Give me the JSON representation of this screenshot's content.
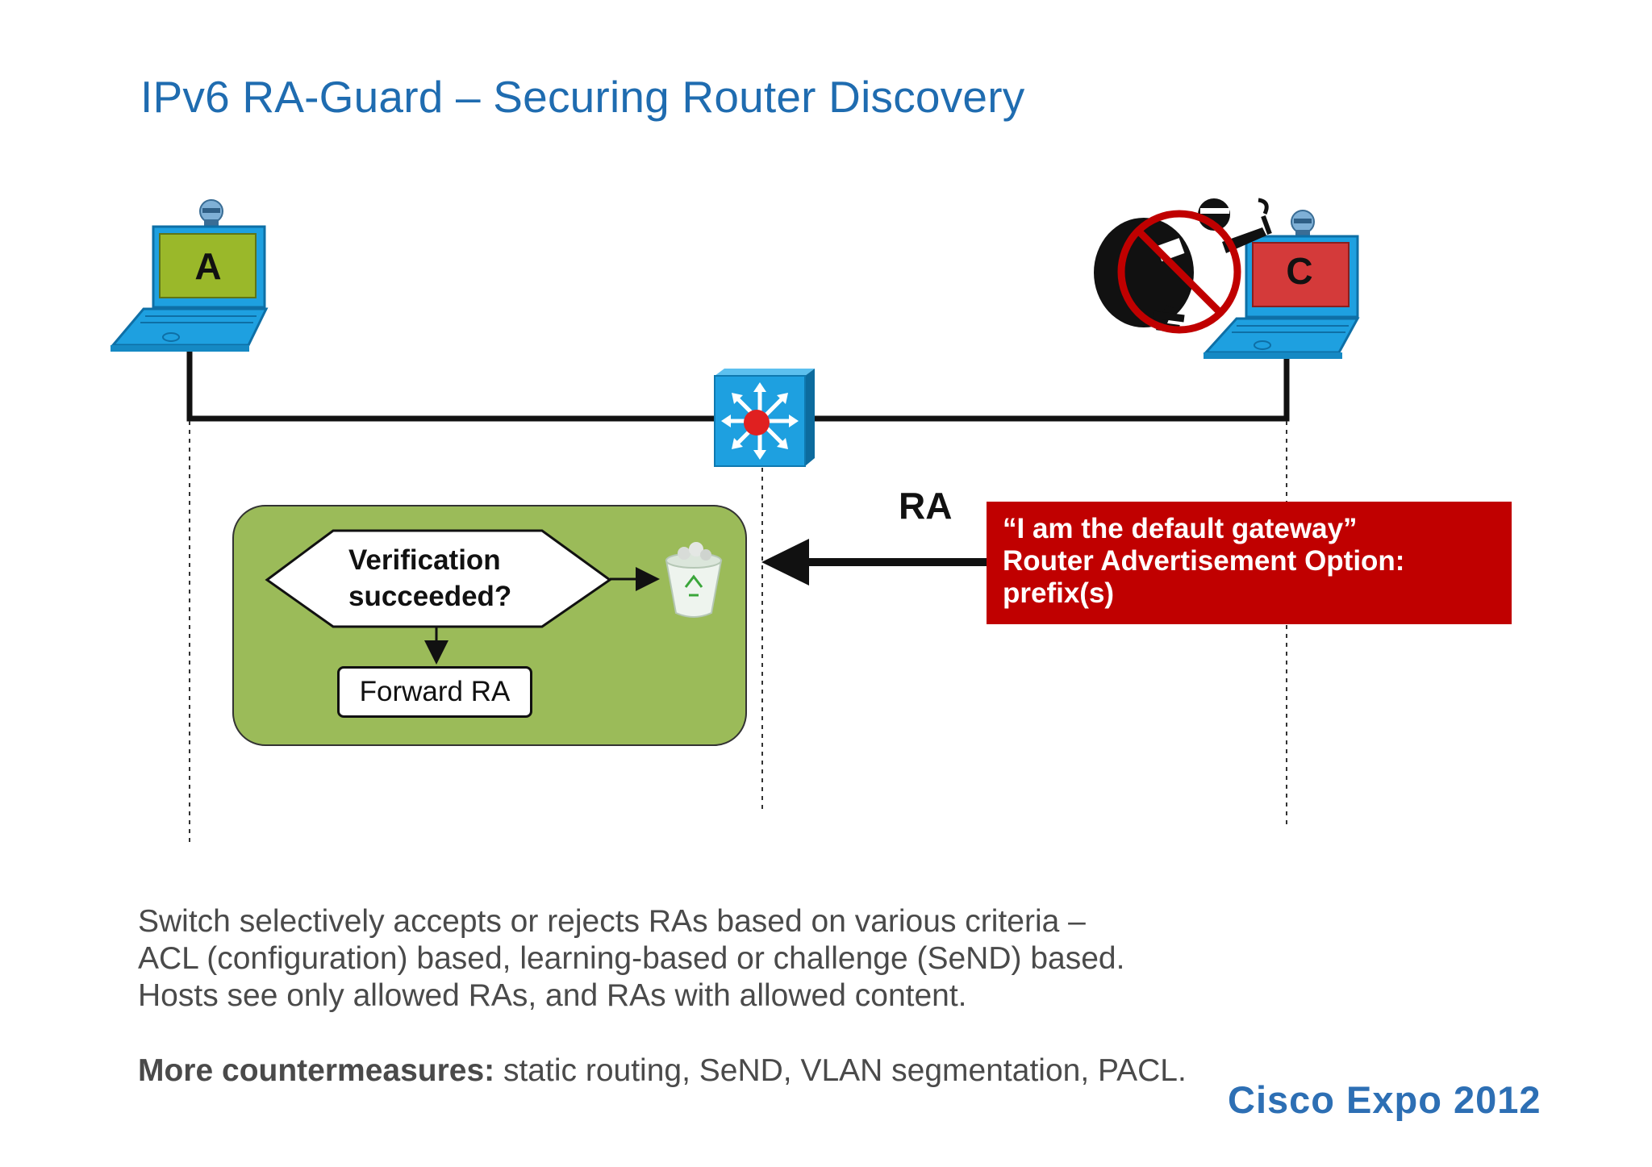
{
  "title": "IPv6 RA-Guard – Securing Router Discovery",
  "hosts": {
    "a_label": "A",
    "c_label": "C"
  },
  "ra_label": "RA",
  "callout": {
    "line1": "“I am the default gateway”",
    "line2": "Router Advertisement Option:",
    "line3": "prefix(s)"
  },
  "decision": {
    "line1": "Verification",
    "line2": "succeeded?"
  },
  "forward_label": "Forward RA",
  "description": [
    "Switch selectively accepts or rejects RAs based on various criteria –",
    "ACL (configuration) based, learning-based or challenge (SeND) based.",
    "Hosts see only allowed RAs, and RAs with allowed content."
  ],
  "more": {
    "bold": "More countermeasures:",
    "text": " static routing, SeND, VLAN segmentation, PACL."
  },
  "brand": "Cisco Expo 2012",
  "colors": {
    "title": "#1f6cb0",
    "laptop_blue": "#1ea0e0",
    "host_a_screen": "#9ab82a",
    "host_c_screen": "#d43a3a",
    "callout_red": "#c00000",
    "green_panel": "#9bbb59",
    "prohibit_red": "#c00000"
  },
  "icons": [
    "laptop-icon",
    "switch-icon",
    "attacker-icon",
    "prohibited-icon",
    "recycle-bin-icon"
  ]
}
